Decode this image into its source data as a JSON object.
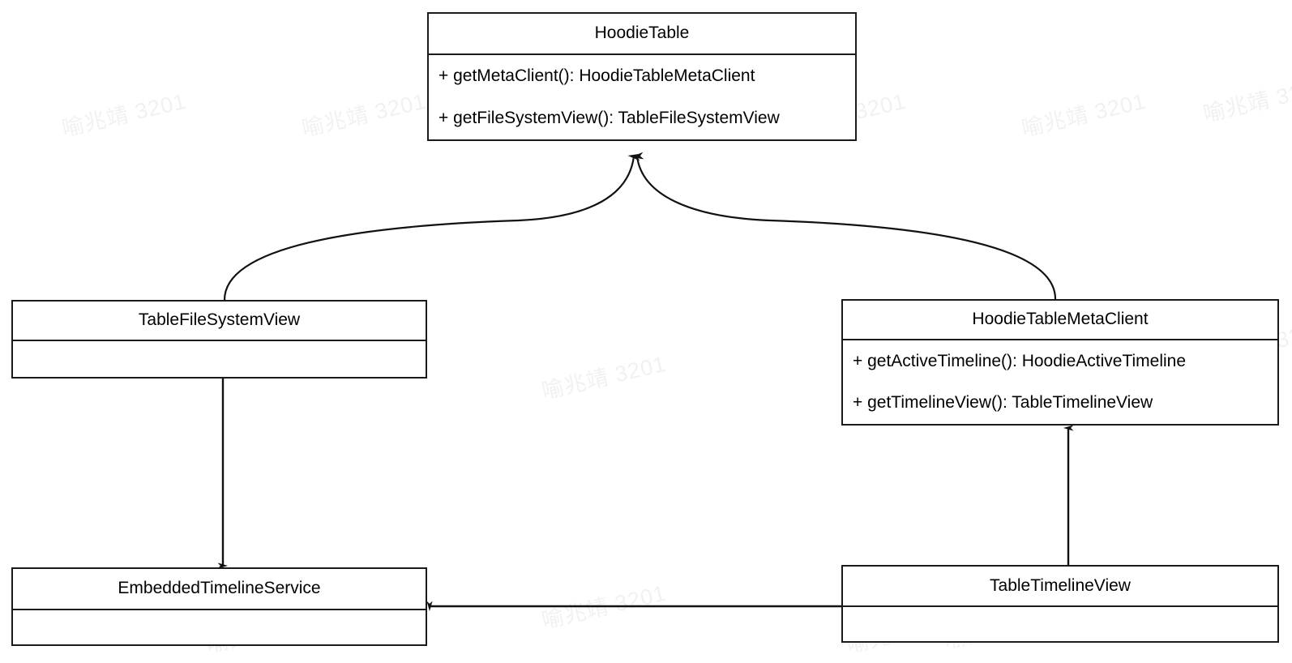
{
  "diagram": {
    "type": "uml-class-diagram",
    "background": "#ffffff",
    "line_color": "#1a1a1a",
    "text_color": "#000000",
    "watermark": {
      "text": "喻兆靖 3201",
      "color": "#f1f1f1",
      "rotation_deg": -13
    },
    "classes": [
      {
        "id": "hoodietable",
        "name": "HoodieTable",
        "members": [
          "+ getMetaClient(): HoodieTableMetaClient",
          "+ getFileSystemView(): TableFileSystemView"
        ]
      },
      {
        "id": "tablefilesystemview",
        "name": "TableFileSystemView",
        "members": []
      },
      {
        "id": "hoodietablemetaclient",
        "name": "HoodieTableMetaClient",
        "members": [
          "+ getActiveTimeline(): HoodieActiveTimeline",
          "+ getTimelineView(): TableTimelineView"
        ]
      },
      {
        "id": "embeddedtimelineservice",
        "name": "EmbeddedTimelineService",
        "members": []
      },
      {
        "id": "tabletimelineview",
        "name": "TableTimelineView",
        "members": []
      }
    ],
    "relations": [
      {
        "id": "rel-tablefilesystemview-to-hoodietable",
        "from": "tablefilesystemview",
        "to": "hoodietable",
        "style": "curved",
        "arrow": "solid-filled-arrowhead"
      },
      {
        "id": "rel-hoodietablemetaclient-to-hoodietable",
        "from": "hoodietablemetaclient",
        "to": "hoodietable",
        "style": "curved",
        "arrow": "solid-filled-arrowhead"
      },
      {
        "id": "rel-tablefilesystemview-to-embeddedtimelineservice",
        "from": "tablefilesystemview",
        "to": "embeddedtimelineservice",
        "style": "straight-vertical",
        "arrow": "solid-filled-arrowhead"
      },
      {
        "id": "rel-tabletimelineview-to-hoodietablemetaclient",
        "from": "tabletimelineview",
        "to": "hoodietablemetaclient",
        "style": "straight-vertical",
        "arrow": "solid-filled-arrowhead"
      },
      {
        "id": "rel-tabletimelineview-to-embeddedtimelineservice",
        "from": "tabletimelineview",
        "to": "embeddedtimelineservice",
        "style": "straight-horizontal",
        "arrow": "solid-filled-arrowhead"
      }
    ]
  },
  "watermarks": [
    {
      "text": "喻兆靖 3201"
    },
    {
      "text": "喻兆靖 3201"
    },
    {
      "text": "喻兆靖 3201"
    },
    {
      "text": "喻兆靖 3201"
    },
    {
      "text": "喻兆靖 3201"
    },
    {
      "text": "喻兆靖 3201"
    },
    {
      "text": "喻兆靖 3201"
    },
    {
      "text": "喻兆靖 3201"
    },
    {
      "text": "喻兆靖 3201"
    },
    {
      "text": "喻兆靖 3201"
    },
    {
      "text": "喻兆靖 3201"
    },
    {
      "text": "喻兆靖 3201"
    },
    {
      "text": "喻兆靖 3201"
    },
    {
      "text": "喻兆靖 3201"
    },
    {
      "text": "喻兆靖 3201"
    },
    {
      "text": "喻兆靖 3201"
    },
    {
      "text": "喻兆靖 3201"
    },
    {
      "text": "喻兆靖 3201"
    }
  ]
}
